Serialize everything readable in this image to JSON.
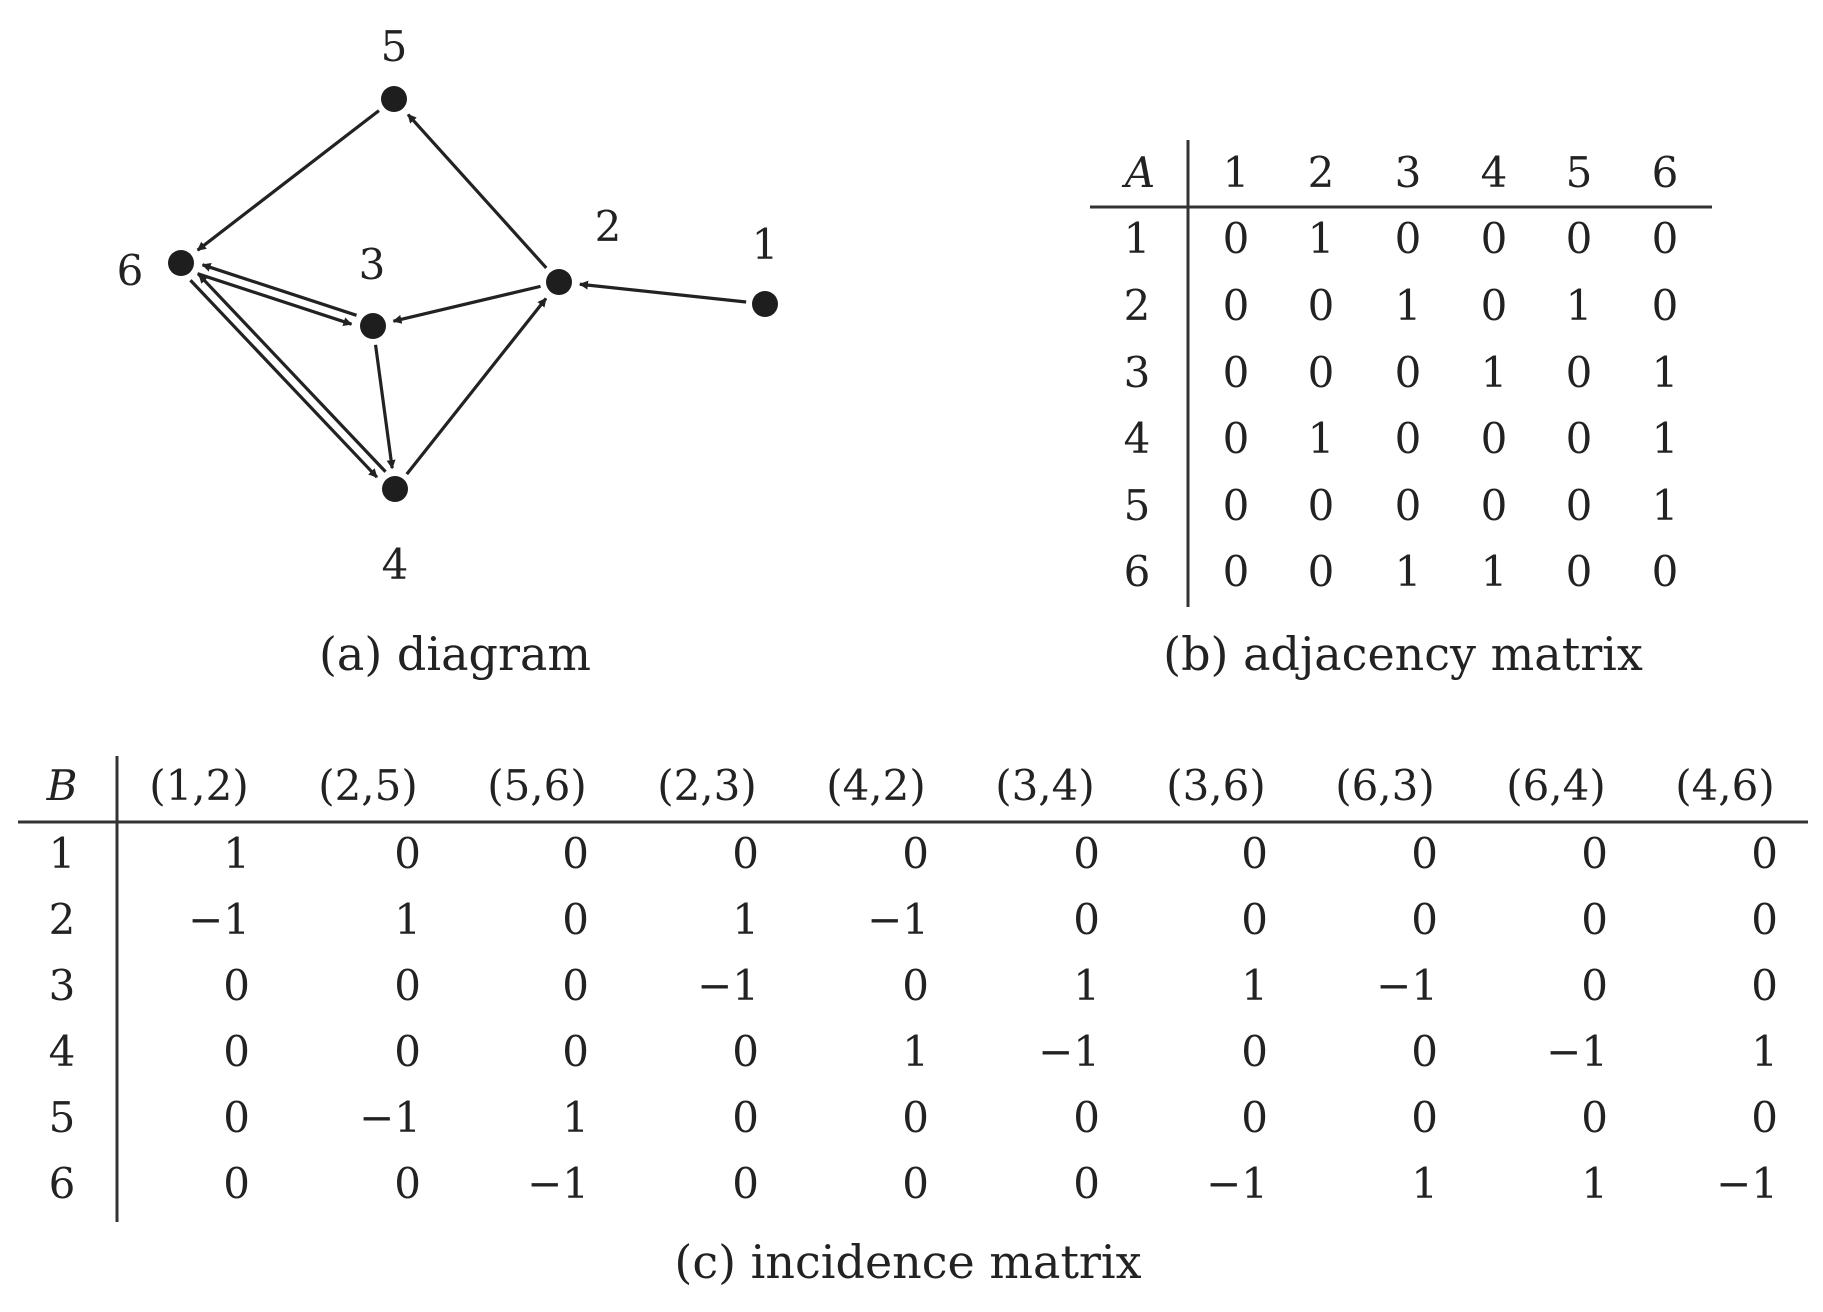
{
  "diagram": {
    "caption": "(a) diagram",
    "nodes": [
      {
        "id": "1",
        "label": "1"
      },
      {
        "id": "2",
        "label": "2"
      },
      {
        "id": "3",
        "label": "3"
      },
      {
        "id": "4",
        "label": "4"
      },
      {
        "id": "5",
        "label": "5"
      },
      {
        "id": "6",
        "label": "6"
      }
    ],
    "edges": [
      {
        "from": "1",
        "to": "2"
      },
      {
        "from": "2",
        "to": "5"
      },
      {
        "from": "5",
        "to": "6"
      },
      {
        "from": "2",
        "to": "3"
      },
      {
        "from": "4",
        "to": "2"
      },
      {
        "from": "3",
        "to": "4"
      },
      {
        "from": "3",
        "to": "6"
      },
      {
        "from": "6",
        "to": "3"
      },
      {
        "from": "6",
        "to": "4"
      },
      {
        "from": "4",
        "to": "6"
      }
    ]
  },
  "adjacency": {
    "caption": "(b) adjacency matrix",
    "corner": "A",
    "columns": [
      "1",
      "2",
      "3",
      "4",
      "5",
      "6"
    ],
    "rows": [
      {
        "label": "1",
        "values": [
          "0",
          "1",
          "0",
          "0",
          "0",
          "0"
        ]
      },
      {
        "label": "2",
        "values": [
          "0",
          "0",
          "1",
          "0",
          "1",
          "0"
        ]
      },
      {
        "label": "3",
        "values": [
          "0",
          "0",
          "0",
          "1",
          "0",
          "1"
        ]
      },
      {
        "label": "4",
        "values": [
          "0",
          "1",
          "0",
          "0",
          "0",
          "1"
        ]
      },
      {
        "label": "5",
        "values": [
          "0",
          "0",
          "0",
          "0",
          "0",
          "1"
        ]
      },
      {
        "label": "6",
        "values": [
          "0",
          "0",
          "1",
          "1",
          "0",
          "0"
        ]
      }
    ]
  },
  "incidence": {
    "caption": "(c) incidence matrix",
    "corner": "B",
    "columns": [
      "(1,2)",
      "(2,5)",
      "(5,6)",
      "(2,3)",
      "(4,2)",
      "(3,4)",
      "(3,6)",
      "(6,3)",
      "(6,4)",
      "(4,6)"
    ],
    "rows": [
      {
        "label": "1",
        "values": [
          "1",
          "0",
          "0",
          "0",
          "0",
          "0",
          "0",
          "0",
          "0",
          "0"
        ]
      },
      {
        "label": "2",
        "values": [
          "−1",
          "1",
          "0",
          "1",
          "−1",
          "0",
          "0",
          "0",
          "0",
          "0"
        ]
      },
      {
        "label": "3",
        "values": [
          "0",
          "0",
          "0",
          "−1",
          "0",
          "1",
          "1",
          "−1",
          "0",
          "0"
        ]
      },
      {
        "label": "4",
        "values": [
          "0",
          "0",
          "0",
          "0",
          "1",
          "−1",
          "0",
          "0",
          "−1",
          "1"
        ]
      },
      {
        "label": "5",
        "values": [
          "0",
          "−1",
          "1",
          "0",
          "0",
          "0",
          "0",
          "0",
          "0",
          "0"
        ]
      },
      {
        "label": "6",
        "values": [
          "0",
          "0",
          "−1",
          "0",
          "0",
          "0",
          "−1",
          "1",
          "1",
          "−1"
        ]
      }
    ]
  }
}
